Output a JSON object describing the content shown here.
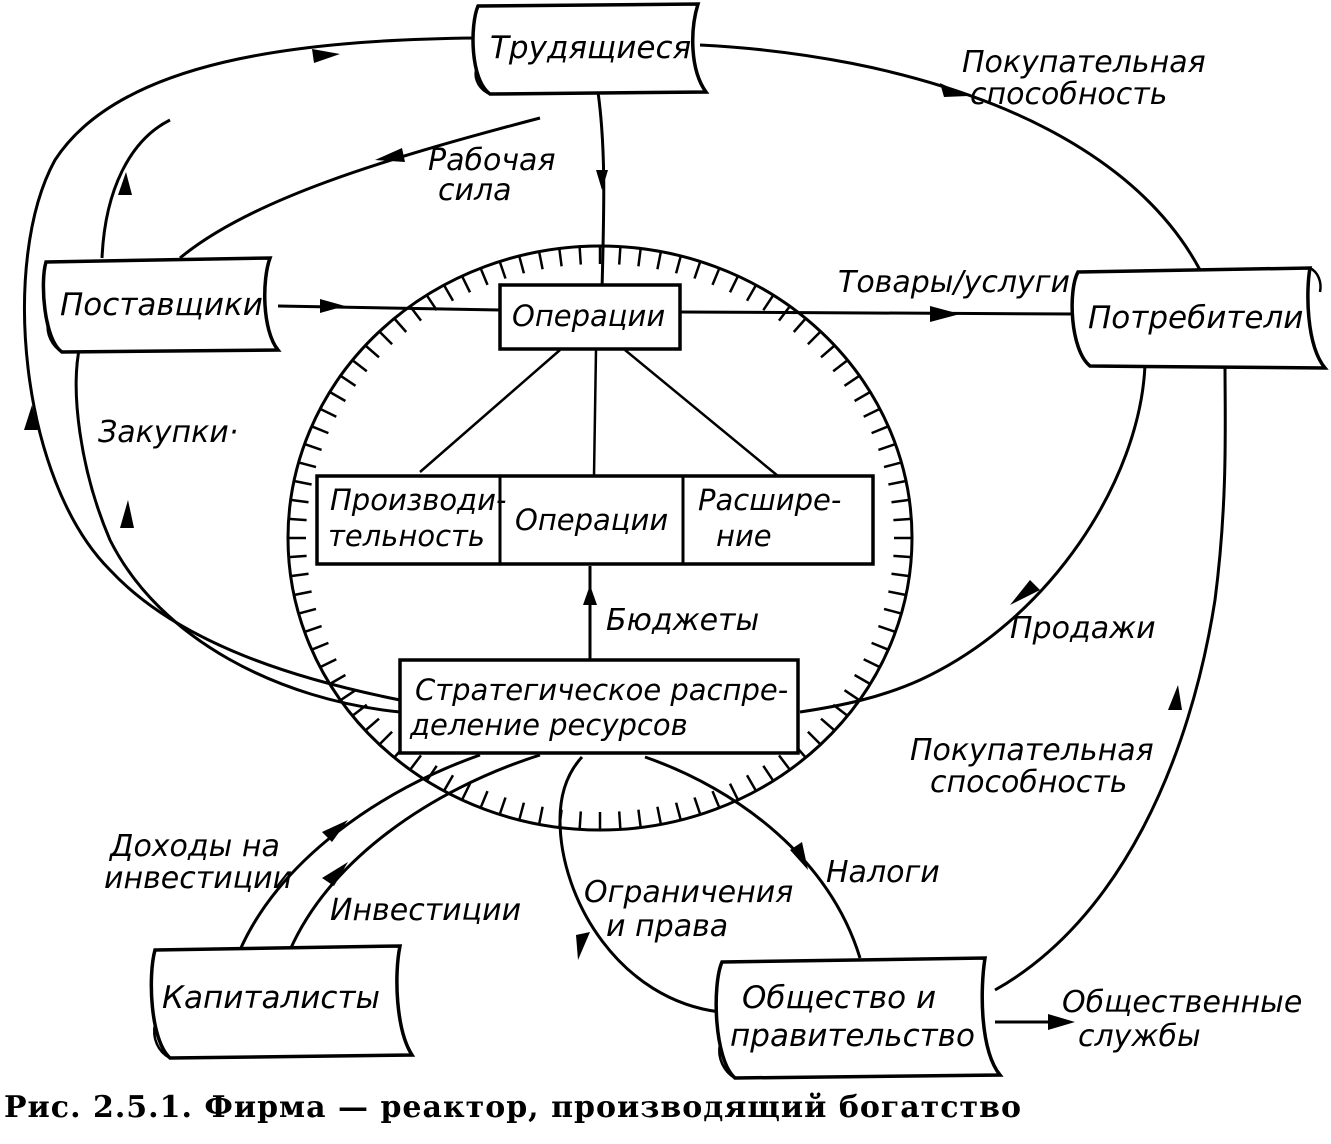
{
  "nodes": {
    "workers": "Трудящиеся",
    "suppliers": "Поставщики",
    "consumers": "Потребители",
    "capitalists": "Капиталисты",
    "society_line1": "Общество и",
    "society_line2": "правительство",
    "operations_top": "Операции",
    "productivity_line1": "Производи-",
    "productivity_line2": "тельность",
    "operations_mid": "Операции",
    "expansion_line1": "Расшире-",
    "expansion_line2": "ние",
    "strategic_line1": "Стратегическое распре-",
    "strategic_line2": "деление ресурсов"
  },
  "flows": {
    "buying_power_top_line1": "Покупательная",
    "buying_power_top_line2": "способность",
    "labor_line1": "Рабочая",
    "labor_line2": "сила",
    "goods_services": "Товары/услуги",
    "purchases": "Закупки·",
    "budgets": "Бюджеты",
    "sales": "Продажи",
    "buying_power_right_line1": "Покупательная",
    "buying_power_right_line2": "способность",
    "investment_income_line1": "Доходы на",
    "investment_income_line2": "инвестиции",
    "investments": "Инвестиции",
    "taxes": "Налоги",
    "restrictions_line1": "Ограничения",
    "restrictions_line2": "и права",
    "public_services_line1": "Общественные",
    "public_services_line2": "службы"
  },
  "caption": "Рис. 2.5.1. Фирма — реактор, производящий богатство"
}
